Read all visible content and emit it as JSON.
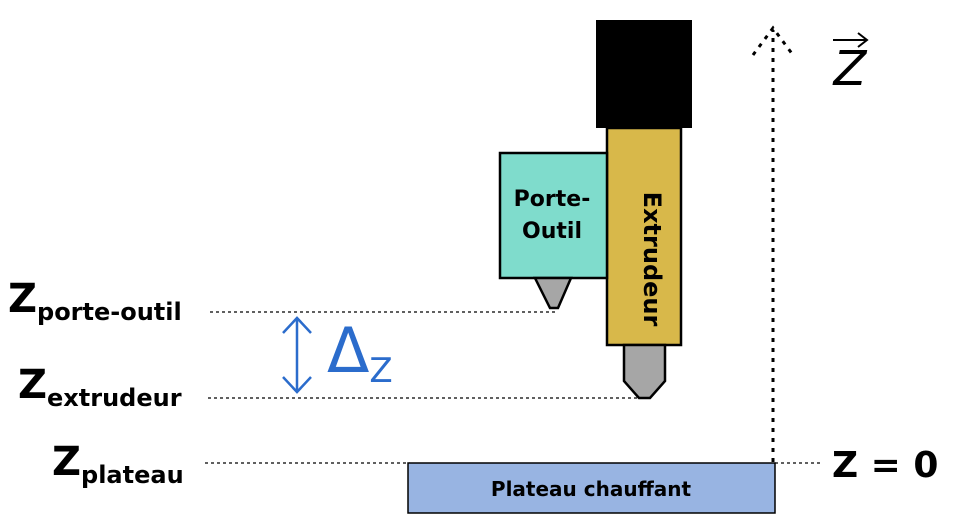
{
  "labels": {
    "z_main": "Z",
    "porte_outil_sub": "porte-outil",
    "extrudeur_sub": "extrudeur",
    "plateau_sub": "plateau",
    "delta_symbol": "Δ",
    "delta_sub": "Z",
    "z_zero": "Z = 0",
    "axis_label": "Z"
  },
  "parts": {
    "porte_outil_line1": "Porte-",
    "porte_outil_line2": "Outil",
    "extrudeur": "Extrudeur",
    "plateau": "Plateau chauffant"
  },
  "colors": {
    "porte_outil_fill": "#7fdccc",
    "extrudeur_fill": "#d8b84a",
    "plateau_fill": "#98b4e2",
    "nozzle_fill": "#a6a6a6",
    "motor_fill": "#000000",
    "delta_blue": "#2b6ccc"
  }
}
